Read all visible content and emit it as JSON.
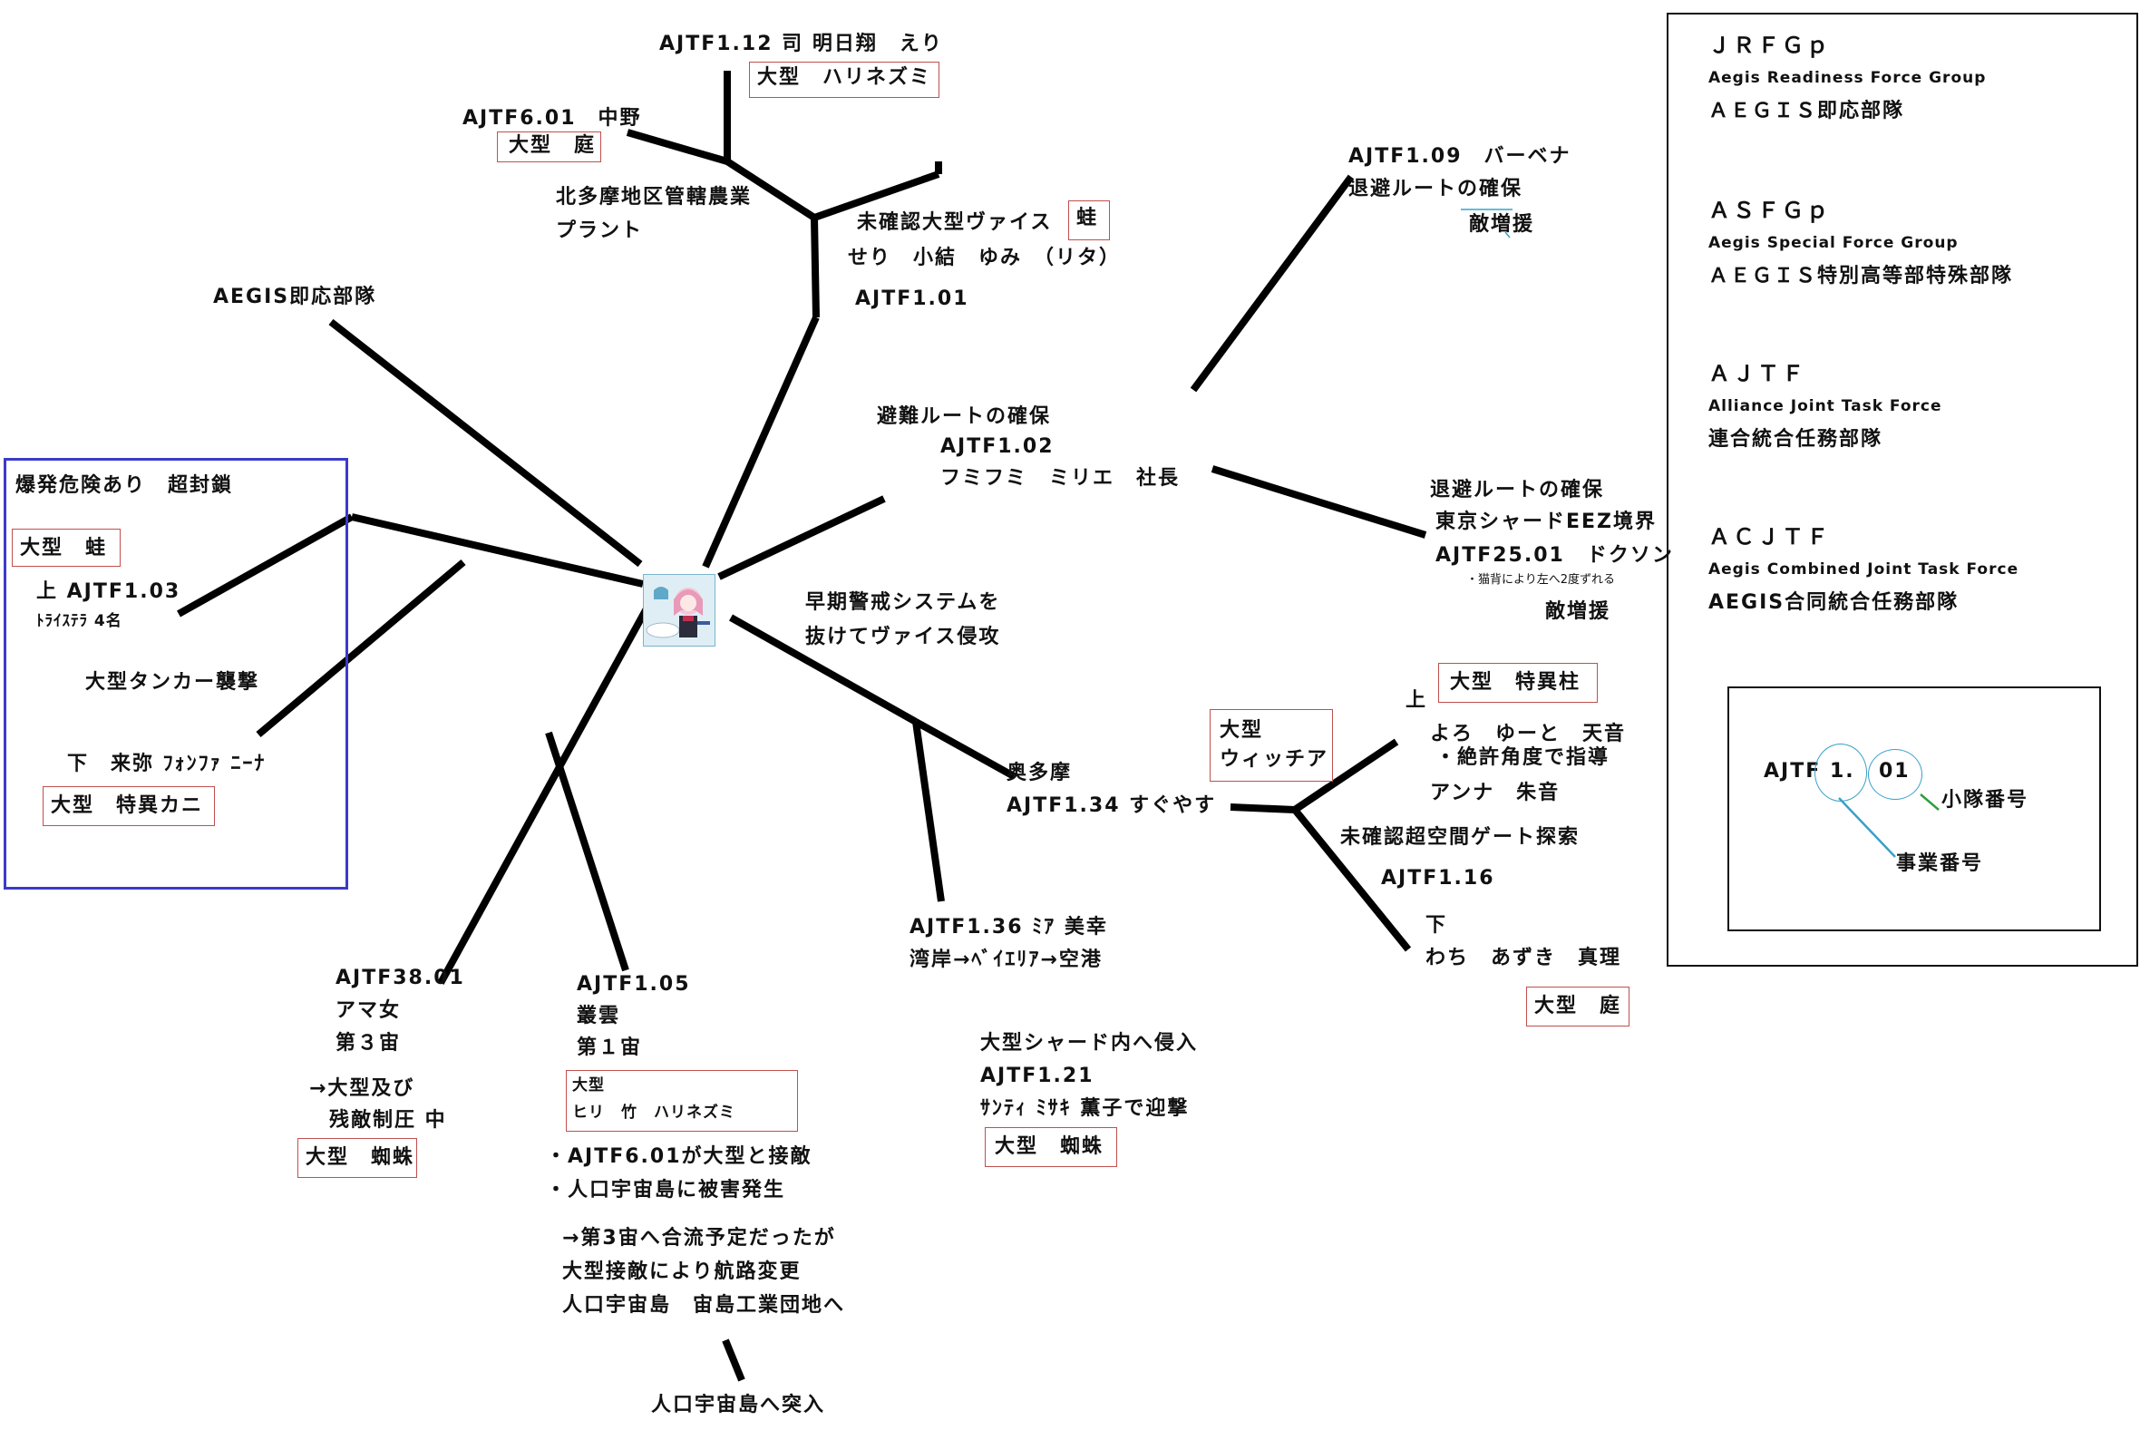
{
  "legend": {
    "groups": [
      {
        "abbr": "ＪＲＦＧｐ",
        "english": "Aegis Readiness Force Group",
        "japanese": "ＡＥＧＩＳ即応部隊"
      },
      {
        "abbr": "ＡＳＦＧｐ",
        "english": "Aegis Special Force Group",
        "japanese": "ＡＥＧＩＳ特別高等部特殊部隊"
      },
      {
        "abbr": "ＡＪＴＦ",
        "english": "Alliance Joint Task Force",
        "japanese": "連合統合任務部隊"
      },
      {
        "abbr": "ＡＣＪＴＦ",
        "english": "Aegis Combined Joint Task Force",
        "japanese": "AEGIS合同統合任務部隊"
      }
    ],
    "code_example": {
      "prefix": "AJTF",
      "business_code": "1.",
      "squad_code": "01",
      "squad_label": "小隊番号",
      "business_label": "事業番号"
    }
  },
  "nodes": {
    "top": {
      "title": "AJTF1.12 司 明日翔　えり",
      "enemy": "大型　ハリネズミ",
      "node2_title": "AJTF6.01　中野",
      "node2_enemy": "大型　庭",
      "plant_line1": "北多摩地区管轄農業",
      "plant_line2": "プラント",
      "unconfirmed": "未確認大型ヴァイス",
      "frog": "蛙",
      "members": "せり　小結　ゆみ　（リタ）",
      "code": "AJTF1.01"
    },
    "aegis_label": "AEGIS即応部隊",
    "evac": {
      "line1": "避難ルートの確保",
      "line2": "AJTF1.02",
      "line3": "フミフミ　ミリエ　社長"
    },
    "verbena": {
      "line1": "AJTF1.09　バーベナ",
      "line2": "退避ルートの確保",
      "line3": "敵増援"
    },
    "dokuson": {
      "line1": "退避ルートの確保",
      "line2": "東京シャードEEZ境界",
      "line3": "AJTF25.01　ドクソン",
      "note": "・猫背により左へ2度ずれる",
      "line4": "敵増援"
    },
    "early_warning": {
      "line1": "早期警戒システムを",
      "line2": "抜けてヴァイス侵攻"
    },
    "left_box": {
      "title": "爆発危険あり　超封鎖",
      "enemy1": "大型　蛙",
      "up": "上 AJTF1.03",
      "trystella": "ﾄﾗｲｽﾃﾗ 4名",
      "tanker": "大型タンカー襲撃",
      "down": "下　来弥 ﾌｫﾝﾌｧ ﾆｰﾅ",
      "enemy2": "大型　特異カニ"
    },
    "ajtf38": {
      "line1": "AJTF38.01",
      "line2": "アマ女",
      "line3": "第３宙",
      "note1": "→大型及び",
      "note2": "残敵制圧 中",
      "enemy": "大型　蜘蛛"
    },
    "ajtf105": {
      "line1": "AJTF1.05",
      "line2": "叢雲",
      "line3": "第１宙",
      "enemy_line1": "大型",
      "enemy_line2": "ヒリ　竹　ハリネズミ",
      "bullet1": "・AJTF6.01が大型と接敵",
      "bullet2": "・人口宇宙島に被害発生",
      "note1": "→第3宙へ合流予定だったが",
      "note2": "大型接敵により航路変更",
      "note3": "人口宇宙島　宙島工業団地へ",
      "final": "人口宇宙島へ突入"
    },
    "okutama": {
      "line1": "奥多摩",
      "line2": "AJTF1.34 すぐやす"
    },
    "ajtf136": {
      "line1": "AJTF1.36 ﾐｱ 美幸",
      "line2": "湾岸→ﾍﾞｲｴﾘｱ→空港"
    },
    "ajtf121": {
      "line1": "大型シャード内へ侵入",
      "line2": "AJTF1.21",
      "line3": "ｻﾝﾃｨ ﾐｻｷ 薫子で迎撃",
      "enemy": "大型　蜘蛛"
    },
    "witch": {
      "enemy_line1": "大型",
      "enemy_line2": "ウィッチア",
      "pillar": "大型　特異柱",
      "up": "上",
      "members1": "よろ　ゆーと　天音",
      "bullet": "・絶許角度で指導",
      "members2": "アンナ　朱音",
      "gate": "未確認超空間ゲート探索",
      "code": "AJTF1.16",
      "down": "下",
      "members3": "わち　あずき　真理",
      "enemy": "大型　庭"
    }
  },
  "colors": {
    "line": "#000000",
    "red_box": "#c0504d",
    "blue_frame": "#3b3bc8",
    "legend_circle": "#3aa0c8",
    "legend_green": "#2e9e3e"
  }
}
